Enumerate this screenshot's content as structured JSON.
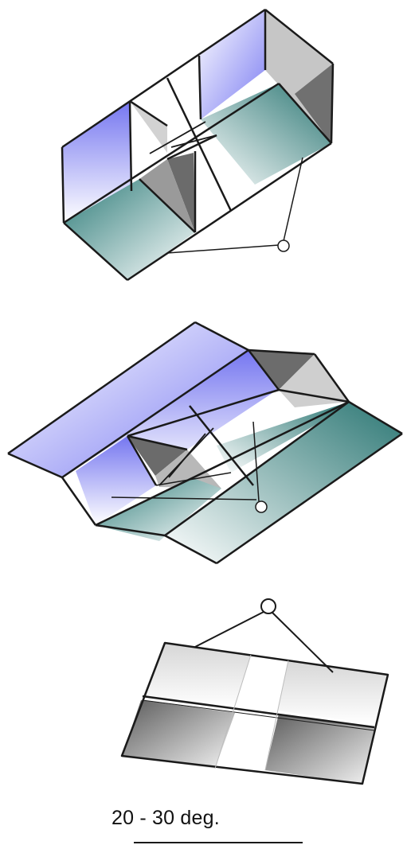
{
  "figure": {
    "panels": [
      {
        "name": "box-kite-perspective"
      },
      {
        "name": "winged-box-kite-perspective"
      },
      {
        "name": "box-kite-side-view-tilted"
      }
    ],
    "caption": "20 - 30 deg.",
    "colors": {
      "outline": "#1a1a1a",
      "blue": "#7f80f2",
      "teal": "#3b8380",
      "gray_light": "#c9c9c9",
      "gray_dark": "#6b6b6b",
      "white": "#ffffff"
    }
  }
}
